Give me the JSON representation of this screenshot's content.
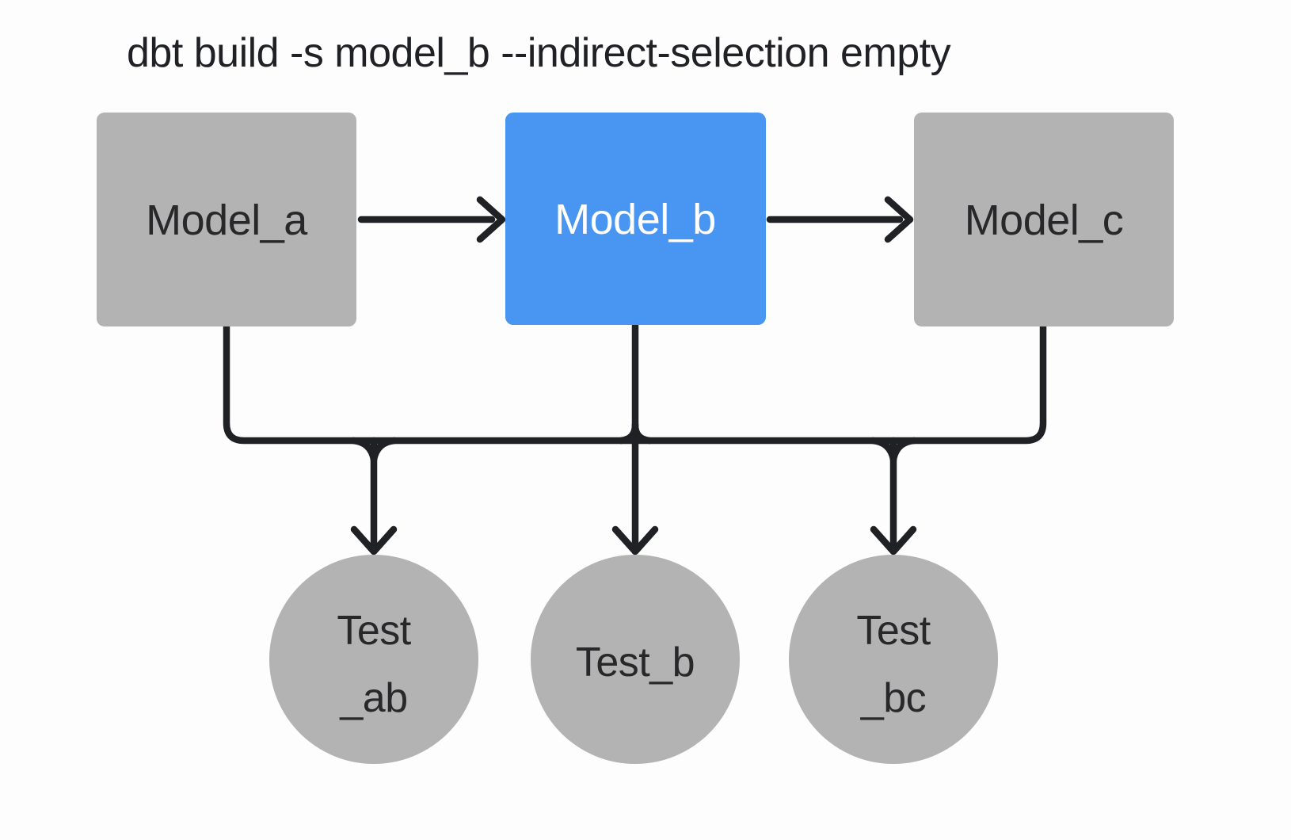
{
  "title": "dbt build -s model_b --indirect-selection empty",
  "colors": {
    "background": "#fdfdfd",
    "node_gray": "#b3b3b3",
    "node_blue": "#4896f2",
    "line": "#1f2125",
    "text_dark": "#28282b",
    "text_light": "#ffffff"
  },
  "diagram": {
    "models": [
      {
        "id": "model_a",
        "label": "Model_a",
        "selected": false
      },
      {
        "id": "model_b",
        "label": "Model_b",
        "selected": true
      },
      {
        "id": "model_c",
        "label": "Model_c",
        "selected": false
      }
    ],
    "tests": [
      {
        "id": "test_ab",
        "label_line1": "Test",
        "label_line2": "_ab"
      },
      {
        "id": "test_b",
        "label": "Test_b"
      },
      {
        "id": "test_bc",
        "label_line1": "Test",
        "label_line2": "_bc"
      }
    ],
    "edges": [
      {
        "from": "Model_a",
        "to": "Model_b"
      },
      {
        "from": "Model_b",
        "to": "Model_c"
      },
      {
        "from": "Model_a",
        "to": "Test_ab"
      },
      {
        "from": "Model_b",
        "to": "Test_ab"
      },
      {
        "from": "Model_b",
        "to": "Test_b"
      },
      {
        "from": "Model_b",
        "to": "Test_bc"
      },
      {
        "from": "Model_c",
        "to": "Test_bc"
      }
    ]
  }
}
